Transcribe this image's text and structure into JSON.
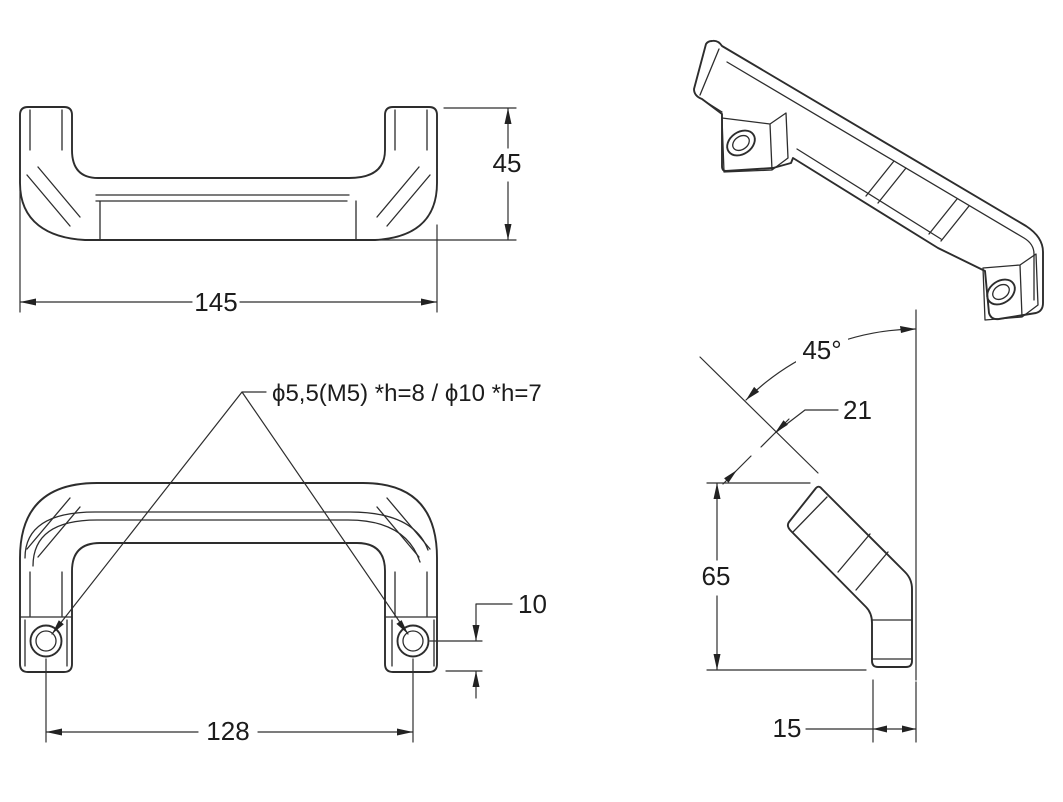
{
  "drawing": {
    "colors": {
      "background": "#ffffff",
      "line": "#2d2d2d",
      "text": "#1c1c1c"
    },
    "views": {
      "front": {
        "dim_width": "145",
        "dim_height": "45"
      },
      "front_mounting": {
        "hole_callout": "ϕ5,5(M5) *h=8 / ϕ10 *h=7",
        "dim_hole_spacing": "128",
        "dim_hole_offset": "10"
      },
      "side": {
        "dim_angle": "45°",
        "dim_grip_width": "21",
        "dim_height": "65",
        "dim_foot_depth": "15"
      }
    }
  }
}
